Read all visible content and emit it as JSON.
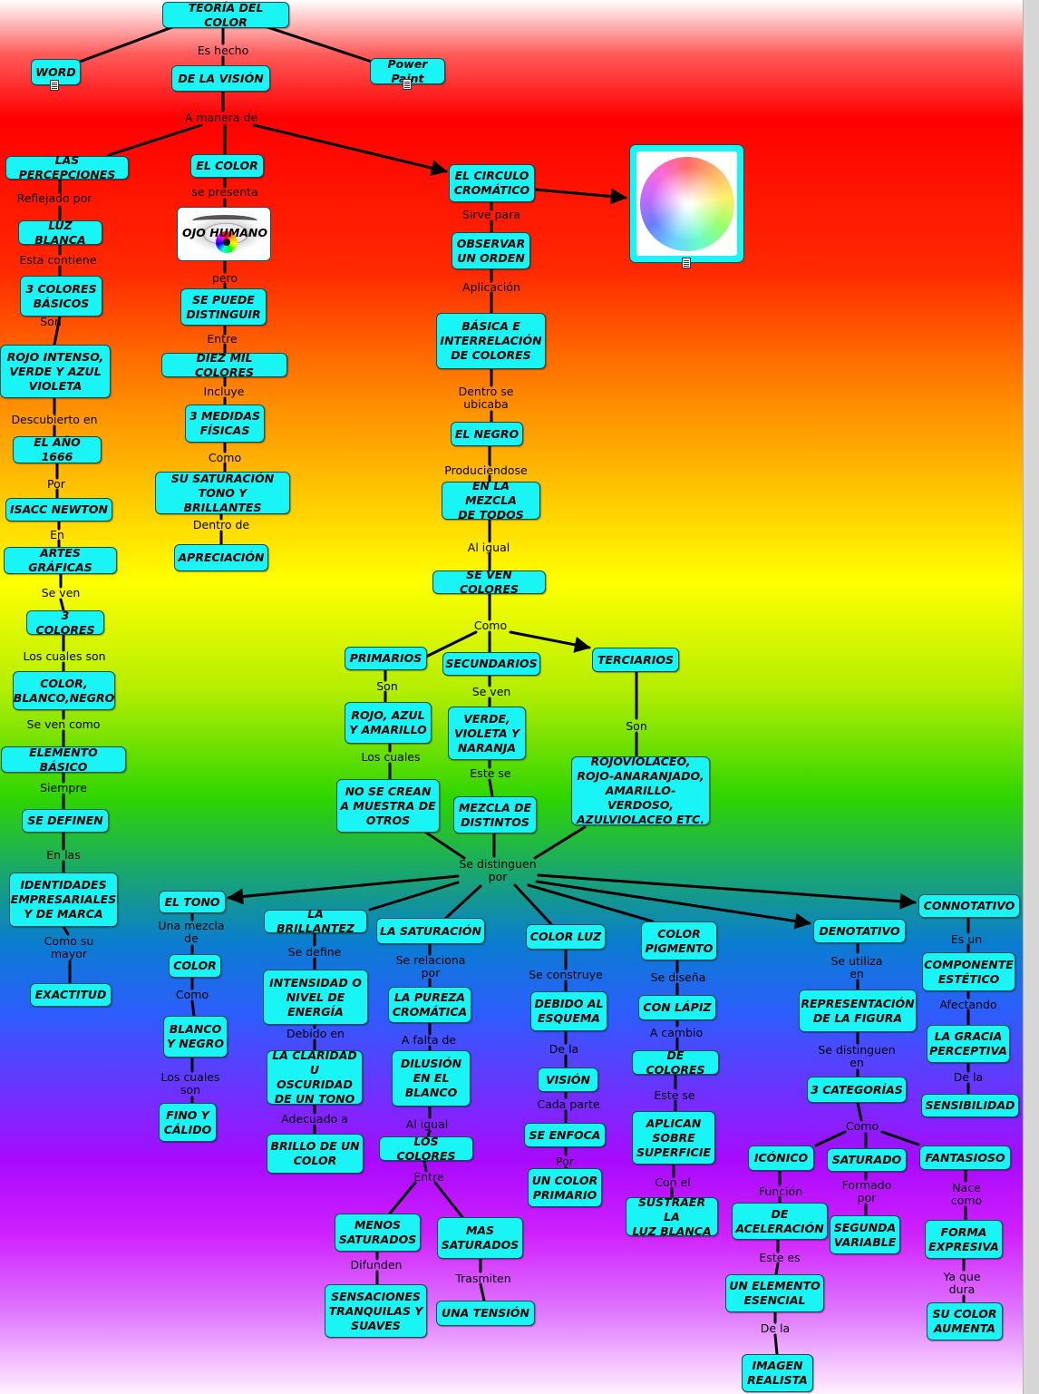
{
  "diagram": {
    "title": "TEORÍA DEL COLOR",
    "nodes": {
      "teoria": "TEORÍA DEL COLOR",
      "word": "WORD",
      "vision": "DE LA VISIÓN",
      "powerpaint": "Power Paint",
      "percepciones": "LAS PERCEPCIONES",
      "elcolor": "EL COLOR",
      "circulo": "EL CIRCULO\nCROMÁTICO",
      "luzblanca": "LUZ BLANCA",
      "ojo": "OJO HUMANO",
      "observar": "OBSERVAR\nUN ORDEN",
      "tres_basicos": "3 COLORES\nBÁSICOS",
      "distinguir": "SE PUEDE\nDISTINGUIR",
      "basica": "BÁSICA E\nINTERRELACIÓN\nDE COLORES",
      "rojo_verde": "ROJO INTENSO,\nVERDE Y AZUL\nVIOLETA",
      "diezmil": "DIEZ MIL COLORES",
      "medidas": "3 MEDIDAS\nFÍSICAS",
      "negro": "EL NEGRO",
      "anio": "EL AÑO 1666",
      "saturacion_tono": "SU SATURACIÓN\nTONO Y BRILLANTES",
      "mezcla_todos": "EN LA MEZCLA\nDE TODOS",
      "newton": "ISACC NEWTON",
      "apreciacion": "APRECIACIÓN",
      "artes": "ARTES GRÁFICAS",
      "ven_colores": "SE VEN COLORES",
      "tres_colores": "3 COLORES",
      "color_bn": "COLOR,\nBLANCO,NEGRO",
      "primarios": "PRIMARIOS",
      "secundarios": "SECUNDARIOS",
      "terciarios": "TERCIARIOS",
      "rojo_azul": "ROJO, AZUL\nY AMARILLO",
      "verde_violeta": "VERDE,\nVIOLETA Y\nNARANJA",
      "elemento": "ELEMENTO BÁSICO",
      "rojovioleta": "ROJOVIOLACEO,\nROJO-ANARANJADO,\nAMARILLO-VERDOSO,\nAZULVIOLACEO ETC.",
      "no_crean": "NO SE CREAN\nA MUESTRA DE\nOTROS",
      "definen": "SE DEFINEN",
      "mezcla_distintos": "MEZCLA DE\nDISTINTOS",
      "identidades": "IDENTIDADES\nEMPRESARIALES\nY DE MARCA",
      "tono": "EL TONO",
      "connotativo": "CONNOTATIVO",
      "brillantez": "LA BRILLANTEZ",
      "denotativo": "DENOTATIVO",
      "la_saturacion": "LA SATURACIÓN",
      "color_luz": "COLOR LUZ",
      "color_pigmento": "COLOR\nPIGMENTO",
      "componente": "COMPONENTE\nESTÉTICO",
      "color": "COLOR",
      "intensidad": "INTENSIDAD O\nNIVEL DE\nENERGÍA",
      "exactitud": "EXACTITUD",
      "pureza": "LA PUREZA\nCROMÁTICA",
      "debido_esquema": "DEBIDO AL\nESQUEMA",
      "lapiz": "CON LÁPIZ",
      "representacion": "REPRESENTACIÓN\nDE LA FIGURA",
      "blanco_negro": "BLANCO\nY NEGRO",
      "gracia": "LA GRACIA\nPERCEPTIVA",
      "de_colores": "DE COLORES",
      "claridad": "LA CLARIDAD\nU OSCURIDAD\nDE UN TONO",
      "dilucion": "DILUSIÓN\nEN EL\nBLANCO",
      "vision2": "VISIÓN",
      "categorias": "3 CATEGORÍAS",
      "fino": "FINO Y\nCÁLIDO",
      "sensibilidad": "SENSIBILIDAD",
      "enfoca": "SE ENFOCA",
      "aplican": "APLICAN\nSOBRE\nSUPERFICIE",
      "brillo": "BRILLO DE UN\nCOLOR",
      "los_colores": "LOS COLORES",
      "iconico": "ICÓNICO",
      "saturado": "SATURADO",
      "fantasioso": "FANTASIOSO",
      "color_primario": "UN COLOR\nPRIMARIO",
      "sustraer": "SUSTRAER LA\nLUZ BLANCA",
      "menos_sat": "MENOS\nSATURADOS",
      "mas_sat": "MAS\nSATURADOS",
      "aceleracion": "DE\nACELERACIÓN",
      "segunda": "SEGUNDA\nVARIABLE",
      "forma": "FORMA\nEXPRESIVA",
      "sensaciones": "SENSACIONES\nTRANQUILAS Y\nSUAVES",
      "elemento_esencial": "UN ELEMENTO\nESENCIAL",
      "tension": "UNA TENSIÓN",
      "aumenta": "SU COLOR\nAUMENTA",
      "imagen": "IMAGEN\nREALISTA"
    },
    "links": {
      "es_hecho": "Es hecho",
      "a_manera": "A manera de",
      "reflejado": "Reflejado por",
      "se_presenta": "se presenta",
      "sirve": "Sirve para",
      "contiene": "Esta contiene",
      "pero": "pero",
      "aplicacion": "Aplicación",
      "son1": "Son",
      "entre1": "Entre",
      "descubierto": "Descubierto en",
      "incluye": "Incluye",
      "dentro_ubicaba": "Dentro se\nubicaba",
      "como1": "Como",
      "produciendose": "Produciéndose",
      "por1": "Por",
      "dentro_de": "Dentro de",
      "en1": "En",
      "al_igual1": "Al igual",
      "se_ven": "Se ven",
      "como2": "Como",
      "cuales_son": "Los cuales son",
      "son2": "Son",
      "se_ven2": "Se ven",
      "ven_como": "Se ven como",
      "son3": "Son",
      "los_cuales": "Los cuales",
      "este_se": "Este se",
      "siempre": "Siempre",
      "en_las": "En las",
      "se_distinguen": "Se distinguen\npor",
      "como_su": "Como su\nmayor",
      "una_mezcla": "Una mezcla\nde",
      "es_un": "Es un",
      "se_define": "Se define",
      "se_relaciona": "Se relaciona\npor",
      "se_construye": "Se construye",
      "se_disena": "Se diseña",
      "se_utiliza": "Se utiliza\nen",
      "como3": "Como",
      "debido_en": "Debido en",
      "afectando": "Afectando",
      "a_falta": "A falta de",
      "de_la1": "De la",
      "a_cambio": "A cambio",
      "se_distinguen2": "Se distinguen\nen",
      "los_cuales_son": "Los cuales\nson",
      "de_la2": "De la",
      "cada_parte": "Cada parte",
      "adecuado": "Adecuado a",
      "este_se2": "Este se",
      "como4": "Como",
      "al_igual2": "Al igual",
      "por2": "Por",
      "entre2": "Entre",
      "con_el": "Con el",
      "funcion": "Función",
      "formado": "Formado\npor",
      "nace": "Nace\ncomo",
      "difunden": "Difunden",
      "trasmiten": "Trasmiten",
      "este_es": "Este es",
      "ya_que": "Ya que\ndura",
      "de_la3": "De la"
    }
  }
}
